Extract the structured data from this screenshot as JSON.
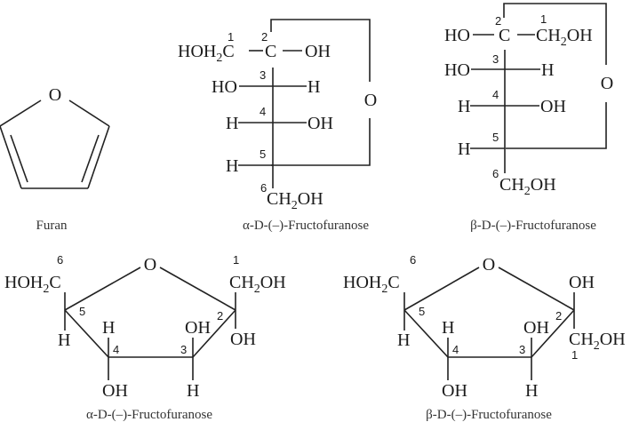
{
  "colors": {
    "ink": "#222222",
    "background": "#ffffff"
  },
  "furan": {
    "caption": "Furan",
    "ring_atom": "O"
  },
  "alpha_fischer": {
    "caption": "α-D-(–)-Fructofuranose",
    "c1_group": "HOH",
    "c1_sub": "2",
    "c1_tail": "C",
    "c2_atom": "C",
    "c2_right": "OH",
    "c3_left": "HO",
    "c3_right": "H",
    "c4_left": "H",
    "c4_right": "OH",
    "c5_left": "H",
    "c6_group_a": "CH",
    "c6_sub": "2",
    "c6_group_b": "OH",
    "ring_oxygen": "O",
    "numbers": [
      "1",
      "2",
      "3",
      "4",
      "5",
      "6"
    ]
  },
  "beta_fischer": {
    "caption": "β-D-(–)-Fructofuranose",
    "c2_left": "HO",
    "c2_atom": "C",
    "c1_group_a": "CH",
    "c1_sub": "2",
    "c1_group_b": "OH",
    "c3_left": "HO",
    "c3_right": "H",
    "c4_left": "H",
    "c4_right": "OH",
    "c5_left": "H",
    "c6_group_a": "CH",
    "c6_sub": "2",
    "c6_group_b": "OH",
    "ring_oxygen": "O",
    "numbers": [
      "1",
      "2",
      "3",
      "4",
      "5",
      "6"
    ]
  },
  "alpha_haworth": {
    "caption": "α-D-(–)-Fructofuranose",
    "ring_oxygen": "O",
    "c6_group_a": "HOH",
    "c6_sub": "2",
    "c6_group_b": "C",
    "c5_down": "H",
    "c4_up": "H",
    "c4_down": "OH",
    "c3_up": "OH",
    "c3_down": "H",
    "c2_up_a": "CH",
    "c2_up_sub": "2",
    "c2_up_b": "OH",
    "c2_down": "OH",
    "numbers": [
      "1",
      "2",
      "3",
      "4",
      "5",
      "6"
    ]
  },
  "beta_haworth": {
    "caption": "β-D-(–)-Fructofuranose",
    "ring_oxygen": "O",
    "c6_group_a": "HOH",
    "c6_sub": "2",
    "c6_group_b": "C",
    "c5_down": "H",
    "c4_up": "H",
    "c4_down": "OH",
    "c3_up": "OH",
    "c3_down": "H",
    "c2_up": "OH",
    "c2_down_a": "CH",
    "c2_down_sub": "2",
    "c2_down_b": "OH",
    "numbers": [
      "1",
      "2",
      "3",
      "4",
      "5",
      "6"
    ]
  }
}
